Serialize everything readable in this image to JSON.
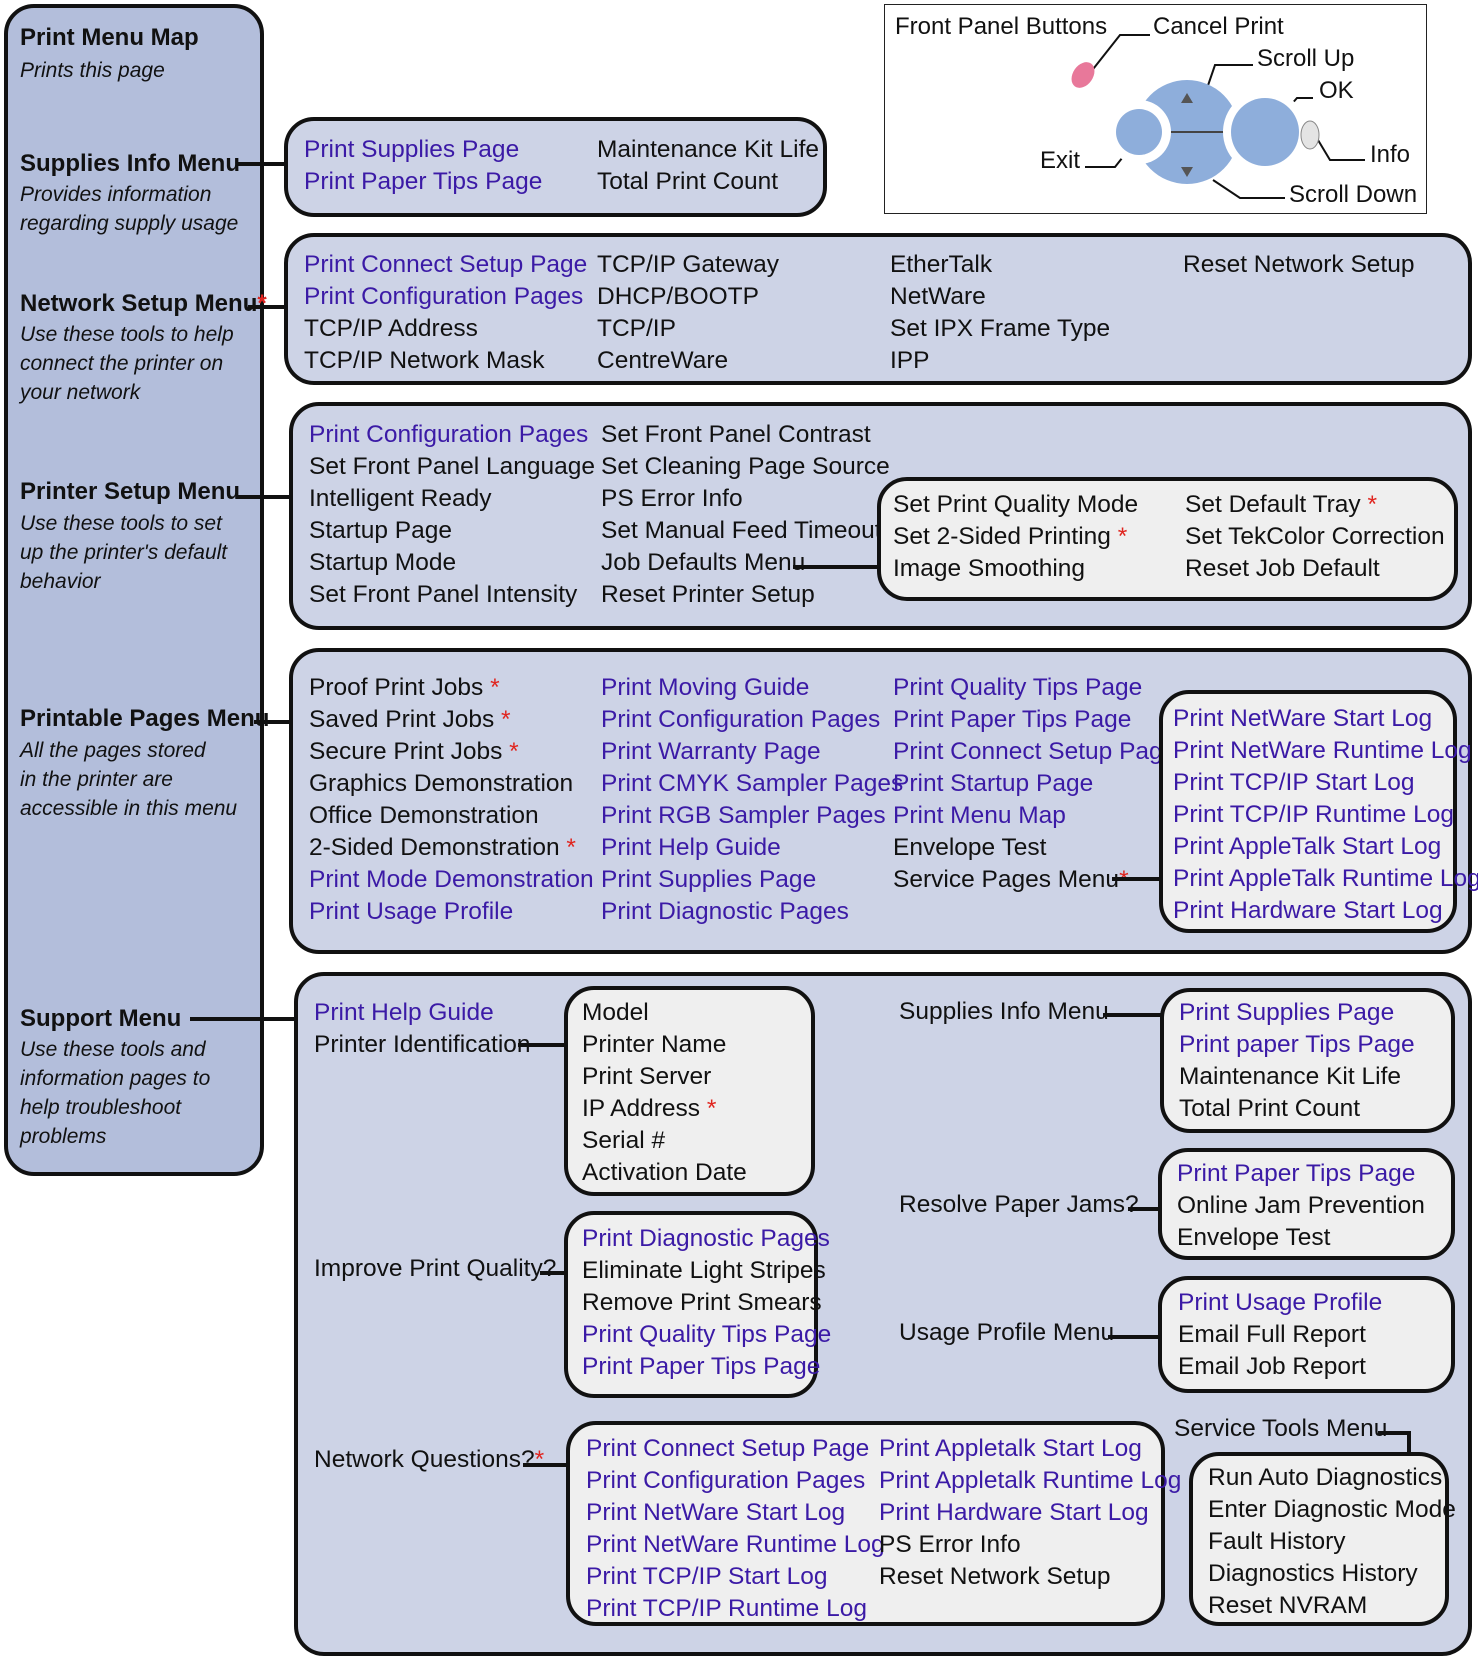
{
  "sidebar": {
    "menu_map": {
      "title": "Print Menu Map",
      "desc": "Prints this page"
    },
    "supplies": {
      "title": "Supplies Info Menu",
      "desc": "Provides information\nregarding supply usage"
    },
    "network": {
      "title": "Network Setup Menu",
      "desc": "Use these tools to help\nconnect the printer on\nyour network"
    },
    "printer": {
      "title": "Printer Setup Menu",
      "desc": "Use these tools to set\nup the printer's default\nbehavior"
    },
    "printable": {
      "title": "Printable Pages Menu",
      "desc": "All the pages stored\nin the printer are\naccessible in this menu"
    },
    "support": {
      "title": "Support Menu",
      "desc": "Use these tools and\ninformation pages to\nhelp troubleshoot\nproblems"
    }
  },
  "front_panel": {
    "title": "Front Panel Buttons",
    "cancel": "Cancel Print",
    "scroll_up": "Scroll Up",
    "ok": "OK",
    "exit": "Exit",
    "info": "Info",
    "scroll_down": "Scroll Down",
    "colors": {
      "button": "#8eaedb",
      "cancel": "#e8789a",
      "info": "#e4e4e4"
    }
  },
  "colors": {
    "link": "#3b1aa6",
    "asterisk": "#e0251f",
    "group_bg": "#cdd3e6",
    "sidebar_bg": "#b3bedb",
    "subbox_bg": "#efefef"
  },
  "supplies_menu": {
    "col1": [
      "Print Supplies Page",
      "Print Paper Tips Page"
    ],
    "col2": [
      "Maintenance Kit Life",
      "Total Print Count"
    ]
  },
  "network_menu": {
    "col1": [
      "Print Connect Setup Page",
      "Print Configuration Pages",
      "TCP/IP Address",
      "TCP/IP Network Mask"
    ],
    "col2": [
      "TCP/IP Gateway",
      "DHCP/BOOTP",
      "TCP/IP",
      "CentreWare"
    ],
    "col3": [
      "EtherTalk",
      "NetWare",
      "Set IPX Frame Type",
      "IPP"
    ],
    "col4": [
      "Reset Network Setup"
    ]
  },
  "printer_menu": {
    "col1": [
      "Print Configuration Pages",
      "Set Front Panel Language",
      "Intelligent Ready",
      "Startup Page",
      "Startup Mode",
      "Set Front Panel Intensity"
    ],
    "col2": [
      "Set Front Panel Contrast",
      "Set Cleaning Page Source",
      "PS Error Info",
      "Set Manual Feed Timeout",
      "Job Defaults Menu",
      "Reset Printer Setup"
    ],
    "job_defaults": {
      "col1": [
        "Set Print Quality Mode",
        "Set 2-Sided Printing",
        "Image Smoothing"
      ],
      "col2": [
        "Set Default Tray",
        "Set TekColor Correction",
        "Reset Job Default"
      ]
    }
  },
  "printable_menu": {
    "col1": [
      "Proof Print Jobs",
      "Saved Print Jobs",
      "Secure Print Jobs",
      "Graphics Demonstration",
      "Office Demonstration",
      "2-Sided Demonstration",
      "Print Mode Demonstration",
      "Print Usage Profile"
    ],
    "col2": [
      "Print Moving Guide",
      "Print Configuration Pages",
      "Print Warranty Page",
      "Print CMYK Sampler Pages",
      "Print RGB Sampler Pages",
      "Print Help Guide",
      "Print Supplies Page",
      "Print Diagnostic Pages"
    ],
    "col3": [
      "Print Quality Tips Page",
      "Print Paper Tips Page",
      "Print Connect Setup Page",
      "Print Startup Page",
      "Print Menu Map",
      "Envelope Test",
      "Service Pages Menu"
    ],
    "service_pages": [
      "Print NetWare Start Log",
      "Print NetWare Runtime Log",
      "Print TCP/IP Start Log",
      "Print TCP/IP Runtime Log",
      "Print AppleTalk Start Log",
      "Print AppleTalk Runtime Log",
      "Print Hardware Start Log"
    ]
  },
  "support_menu": {
    "help_guide": "Print Help Guide",
    "printer_id": "Printer Identification",
    "id_items": [
      "Model",
      "Printer Name",
      "Print Server",
      "IP Address",
      "Serial #",
      "Activation Date"
    ],
    "improve": "Improve Print Quality?",
    "improve_items": [
      "Print Diagnostic Pages",
      "Eliminate Light Stripes",
      "Remove Print Smears",
      "Print Quality Tips Page",
      "Print Paper Tips Page"
    ],
    "network_q": "Network Questions?",
    "network_col1": [
      "Print Connect Setup Page",
      "Print Configuration Pages",
      "Print NetWare Start Log",
      "Print NetWare Runtime Log",
      "Print TCP/IP Start Log",
      "Print TCP/IP Runtime Log"
    ],
    "network_col2": [
      "Print Appletalk Start Log",
      "Print Appletalk Runtime Log",
      "Print Hardware Start Log",
      "PS Error Info",
      "Reset Network Setup"
    ],
    "supplies_label": "Supplies Info Menu",
    "supplies_items": [
      "Print Supplies Page",
      "Print paper Tips Page",
      "Maintenance Kit Life",
      "Total Print Count"
    ],
    "jams_label": "Resolve Paper Jams?",
    "jams_items": [
      "Print Paper Tips Page",
      "Online Jam Prevention",
      "Envelope Test"
    ],
    "usage_label": "Usage Profile Menu",
    "usage_items": [
      "Print Usage Profile",
      "Email Full Report",
      "Email Job Report"
    ],
    "service_label": "Service Tools Menu",
    "service_items": [
      "Run Auto Diagnostics",
      "Enter Diagnostic Mode",
      "Fault History",
      "Diagnostics History",
      "Reset NVRAM"
    ]
  }
}
